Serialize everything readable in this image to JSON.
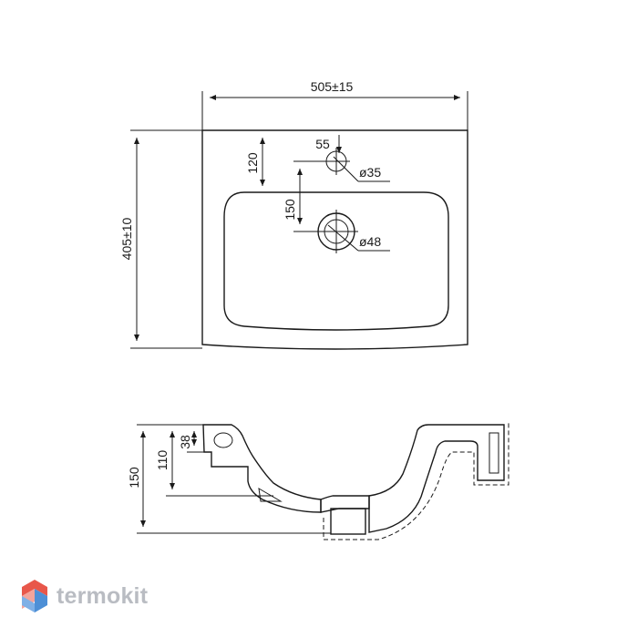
{
  "drawing": {
    "width_label": "505±15",
    "height_label": "405±10",
    "tap_offset_label": "55",
    "tap_diameter_label": "ø35",
    "tap_depth_label": "120",
    "drain_offset_label": "150",
    "drain_diameter_label": "ø48",
    "section_total_label": "150",
    "section_mid_label": "110",
    "section_top_label": "38"
  },
  "brand": {
    "name": "termokit",
    "colors": {
      "red": "#e8574a",
      "blue": "#4d8fd6",
      "pink": "#f2a49b",
      "text": "#b9bcc2"
    }
  }
}
